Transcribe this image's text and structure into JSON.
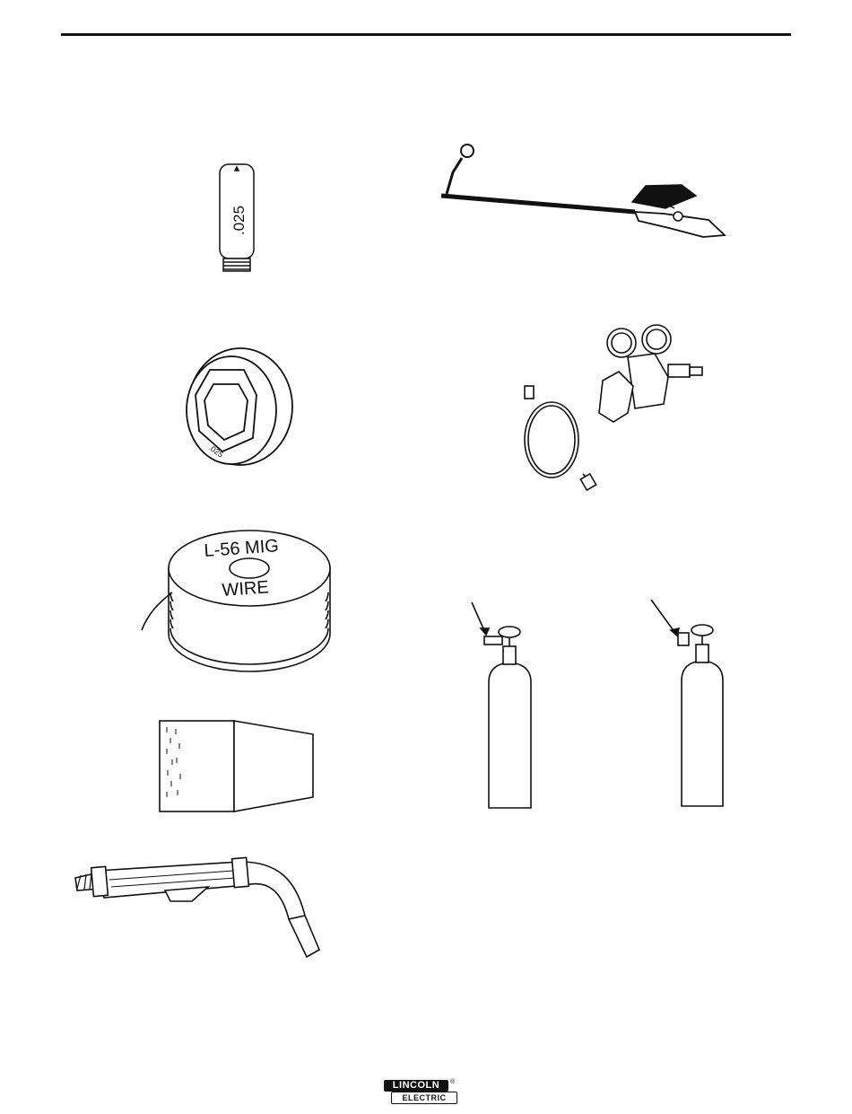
{
  "items": {
    "contact_tip": {
      "size_label": ".025"
    },
    "drive_roll": {
      "size_label": ".025"
    },
    "wire_spool": {
      "label_line1": "L-56 MIG",
      "label_line2": "WIRE"
    }
  },
  "footer": {
    "logo_line1": "LINCOLN",
    "logo_line2": "ELECTRIC",
    "logo_mark": "®"
  }
}
